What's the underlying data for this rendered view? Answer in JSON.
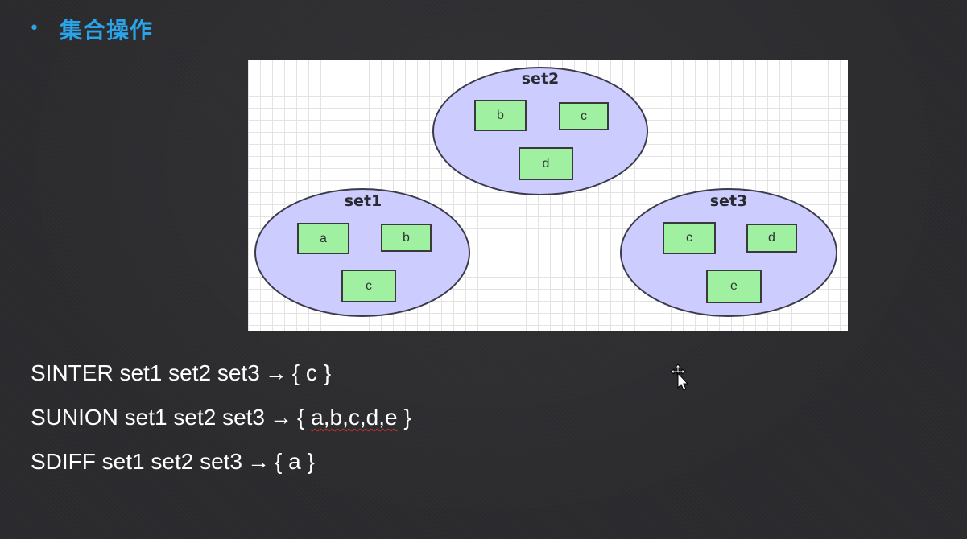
{
  "title": {
    "bullet": "•",
    "text": "集合操作"
  },
  "diagram": {
    "sets": [
      {
        "name": "set1",
        "elements": [
          "a",
          "b",
          "c"
        ]
      },
      {
        "name": "set2",
        "elements": [
          "b",
          "c",
          "d"
        ]
      },
      {
        "name": "set3",
        "elements": [
          "c",
          "d",
          "e"
        ]
      }
    ]
  },
  "commands": [
    {
      "command": "SINTER set1 set2 set3",
      "arrow": "→",
      "result": "{ c }"
    },
    {
      "command": "SUNION set1 set2 set3",
      "arrow": "→",
      "result_open": "{ ",
      "result_values": "a,b,c,d,e",
      "result_close": " }"
    },
    {
      "command": "SDIFF set1 set2 set3",
      "arrow": "→",
      "result": "{ a }"
    }
  ],
  "colors": {
    "title": "#2aa3e8",
    "set_fill": "#ccccff",
    "element_fill": "#9ff0a0",
    "background": "#2b2b2e",
    "spellcheck_underline": "#d03030"
  },
  "icons": {
    "cursor": "move-cursor-icon"
  }
}
